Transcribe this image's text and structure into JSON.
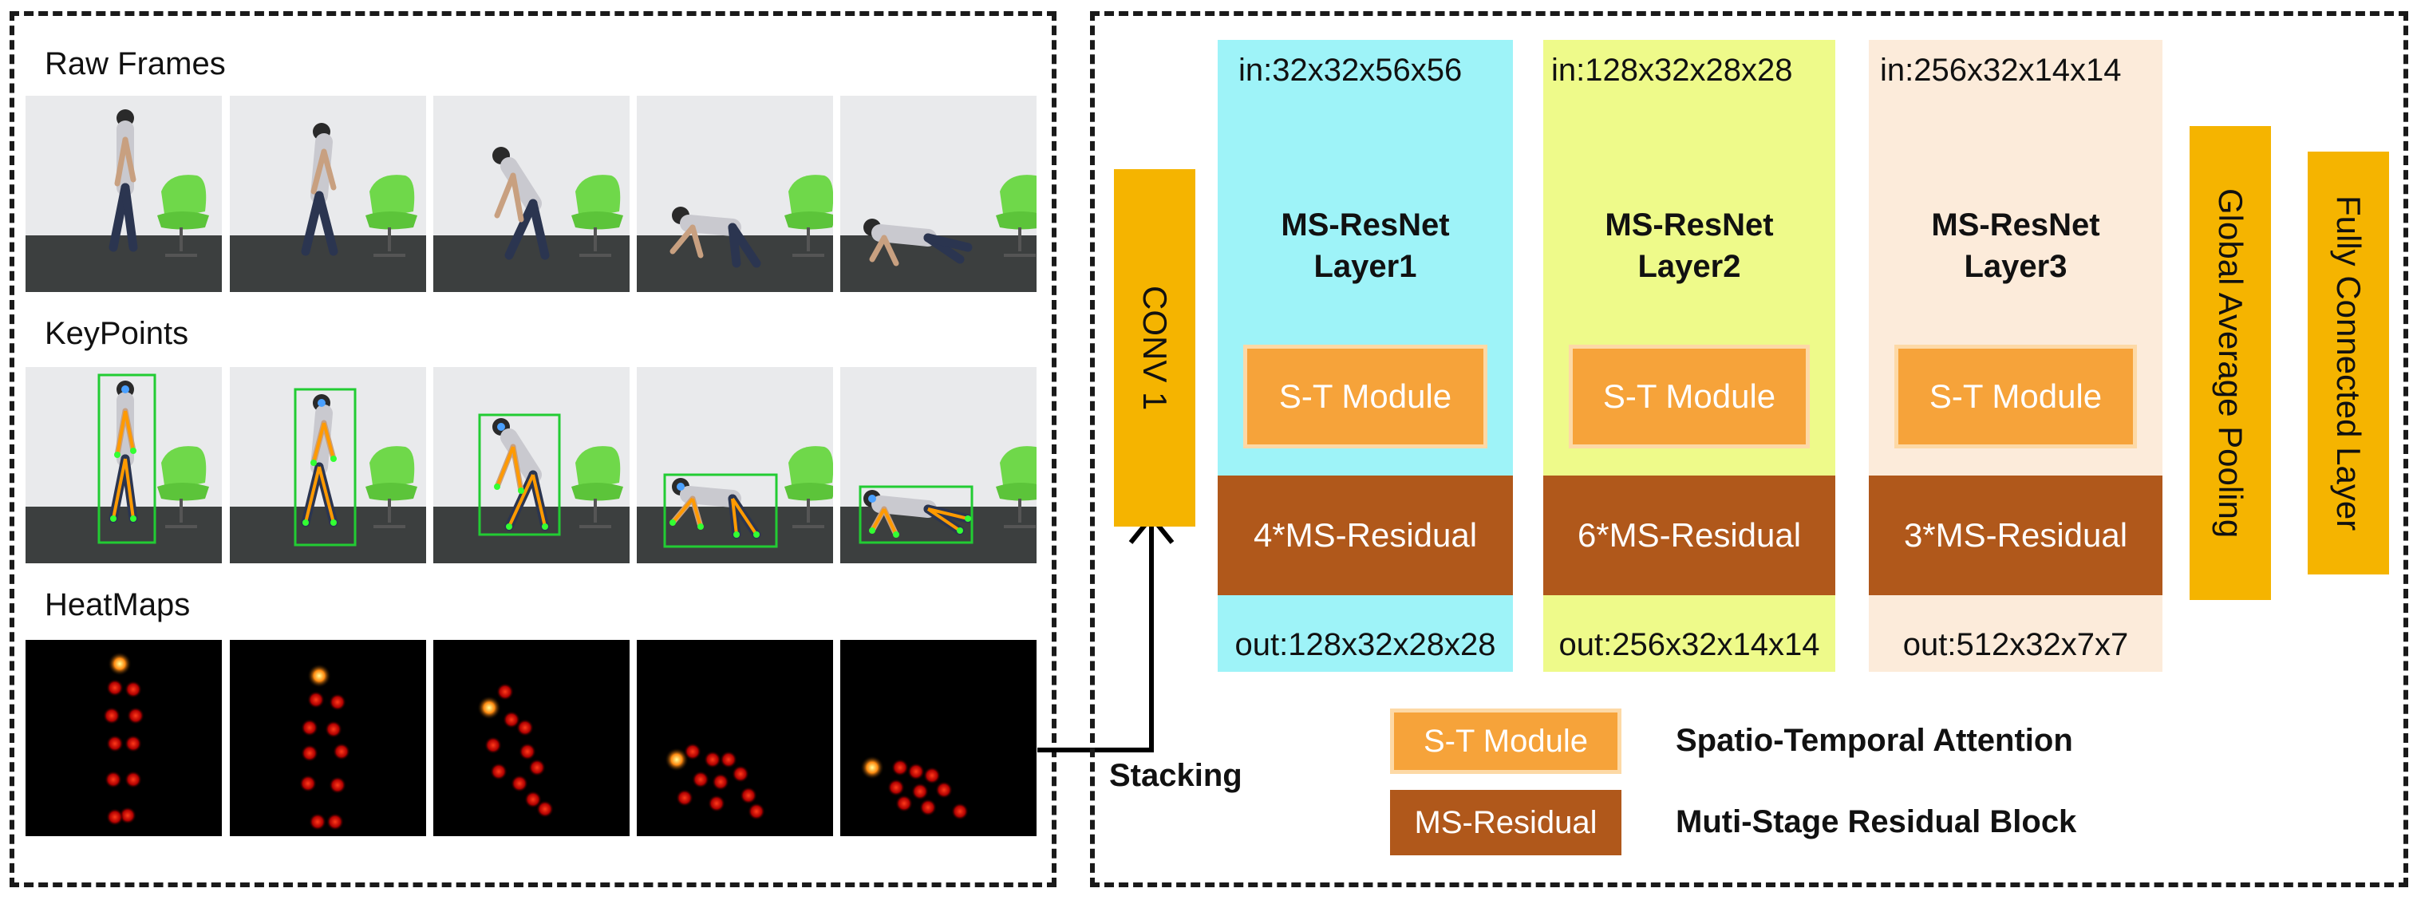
{
  "left_panel": {
    "raw_frames_title": "Raw Frames",
    "keypoints_title": "KeyPoints",
    "heatmaps_title": "HeatMaps"
  },
  "connector": {
    "label": "Stacking"
  },
  "network": {
    "conv1": "CONV 1",
    "layers": [
      {
        "input": "in:32x32x56x56",
        "title_line1": "MS-ResNet",
        "title_line2": "Layer1",
        "st_module": "S-T Module",
        "residual": "4*MS-Residual",
        "output": "out:128x32x28x28",
        "bg": "#9EF3F8"
      },
      {
        "input": "in:128x32x28x28",
        "title_line1": "MS-ResNet",
        "title_line2": "Layer2",
        "st_module": "S-T Module",
        "residual": "6*MS-Residual",
        "output": "out:256x32x14x14",
        "bg": "#EEFA8A"
      },
      {
        "input": "in:256x32x14x14",
        "title_line1": "MS-ResNet",
        "title_line2": "Layer3",
        "st_module": "S-T Module",
        "residual": "3*MS-Residual",
        "output": "out:512x32x7x7",
        "bg": "#FCEBDA"
      }
    ],
    "global_avg_pooling": "Global Average Pooling",
    "fully_connected": "Fully Connected Layer"
  },
  "legend": {
    "st_box": "S-T Module",
    "st_desc": "Spatio-Temporal Attention",
    "msr_box": "MS-Residual",
    "msr_desc": "Muti-Stage Residual Block"
  },
  "colors": {
    "conv_bar": "#F5B400",
    "st_module": "#F6A33A",
    "ms_residual": "#B0581B"
  }
}
